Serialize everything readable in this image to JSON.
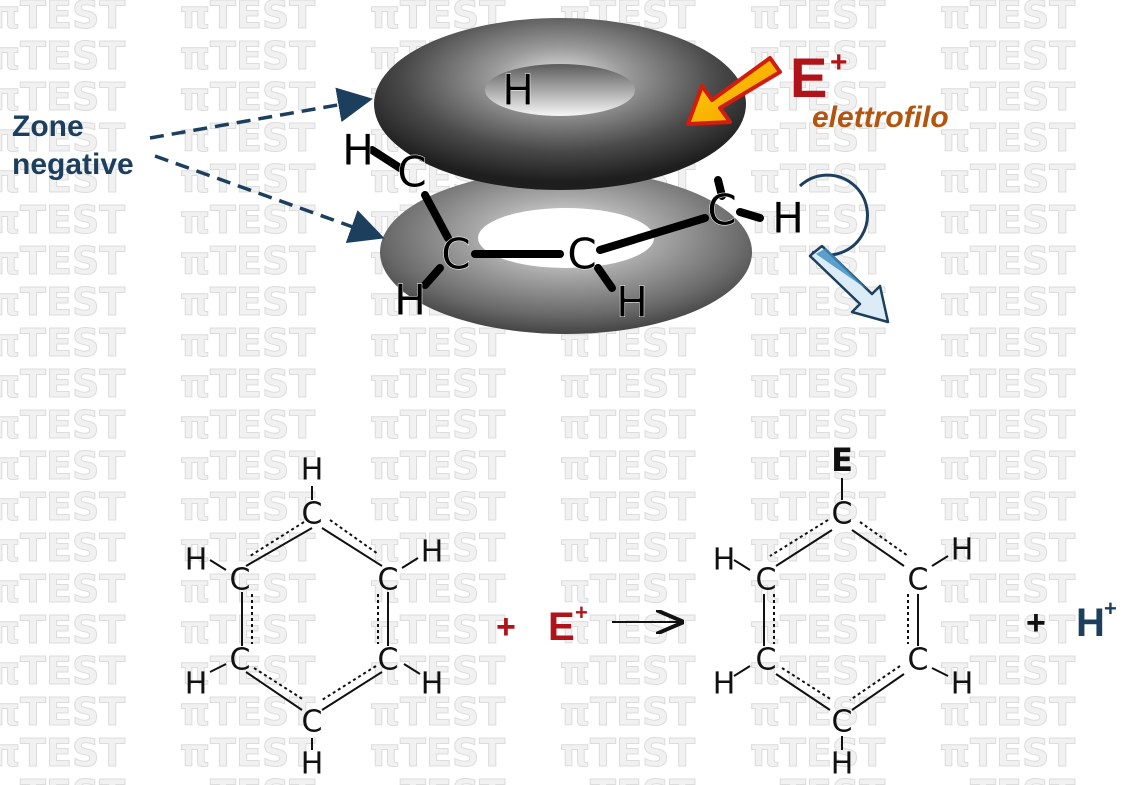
{
  "watermark": {
    "text": "TEST",
    "prefix_glyph": "π"
  },
  "top_diagram": {
    "negative_zones_label": [
      "Zone",
      "negative"
    ],
    "electrophile_symbol": "E",
    "electrophile_charge": "+",
    "electrophile_label": "elettrofilo",
    "atoms": {
      "carbon": "C",
      "hydrogen": "H"
    }
  },
  "reaction": {
    "reactant_atoms": {
      "carbon": "C",
      "hydrogen": "H"
    },
    "plus_1": "+",
    "reagent_symbol": "E",
    "reagent_charge": "+",
    "arrow": "→",
    "product_substituent": "E",
    "plus_2": "+",
    "byproduct_symbol": "H",
    "byproduct_charge": "+"
  },
  "colors": {
    "electrophile_red": "#b01419",
    "label_blue": "#1d3f5e",
    "elettrofilo_orange": "#b4550f",
    "arrow_yellow": "#f2b800",
    "arrow_outline_red": "#d21c0e",
    "leaving_arrow_fill": "#dcecf6"
  },
  "icons": {
    "electrophile_arrow": "thick-arrow-icon",
    "leaving_hydrogen_arrow": "outline-arrow-icon",
    "reaction_arrow": "right-arrow-icon"
  }
}
